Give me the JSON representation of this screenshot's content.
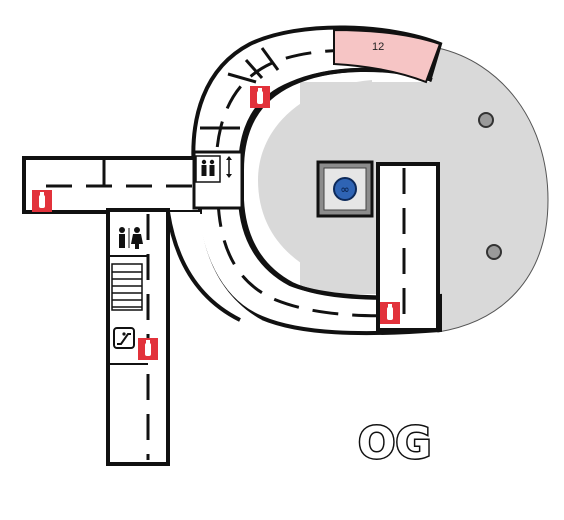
{
  "floor": {
    "label": "OG"
  },
  "rooms": [
    {
      "id": "12",
      "label": "12",
      "color": "#f6c5c5"
    }
  ],
  "colors": {
    "atrium": "#d9d9d9",
    "wall": "#111111",
    "highlight_room": "#f6c5c5",
    "extinguisher": "#e2323b",
    "lift_blue": "#2f64b4"
  },
  "icons": [
    "fire-extinguisher-icon",
    "elevator-icon",
    "restroom-icon",
    "escalator-icon",
    "stairs-icon",
    "information-point-icon",
    "column-icon"
  ]
}
